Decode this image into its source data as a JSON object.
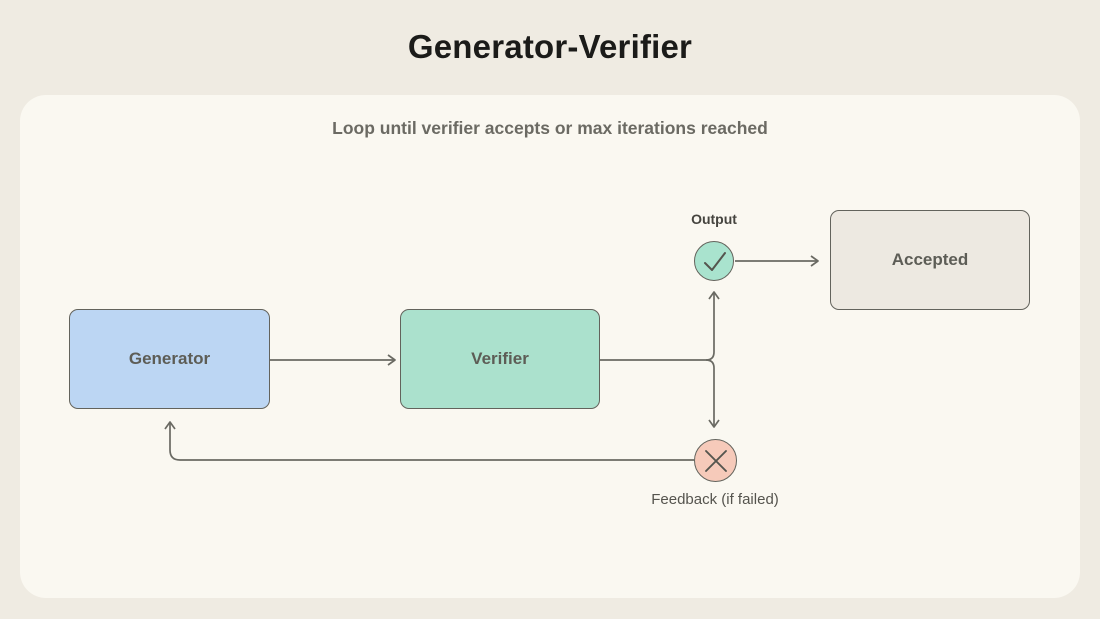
{
  "header": {
    "title": "Generator-Verifier"
  },
  "panel": {
    "caption": "Loop until verifier accepts or max iterations reached"
  },
  "diagram": {
    "nodes": {
      "generator": {
        "label": "Generator"
      },
      "verifier": {
        "label": "Verifier"
      },
      "accepted": {
        "label": "Accepted"
      }
    },
    "badges": {
      "output": {
        "label": "Output",
        "icon": "check-icon"
      },
      "feedback": {
        "label": "Feedback (if failed)",
        "icon": "x-icon"
      }
    },
    "colors": {
      "background": "#efebe2",
      "panel": "#faf8f1",
      "generator_fill": "#bcd6f3",
      "verifier_fill": "#abe1cd",
      "accepted_fill": "#ede9e1",
      "output_fill": "#a9e3ce",
      "feedback_fill": "#f6caba",
      "node_stroke": "#63635c",
      "connector": "#6a6a63",
      "title_text": "#1b1b19",
      "caption_text": "#6b6a63",
      "node_text": "#5d5d56"
    }
  }
}
